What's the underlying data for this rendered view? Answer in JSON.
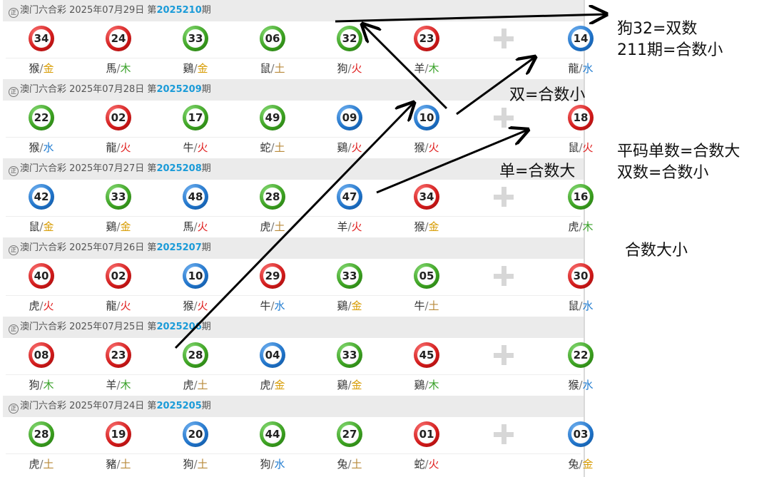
{
  "colors": {
    "header_bg": "#ebebeb",
    "issue_blue": "#1b9bd8",
    "ball_red": "#d01919",
    "ball_green": "#3a9f1f",
    "ball_blue": "#1e72c8",
    "arrow": "#000000"
  },
  "draws": [
    {
      "seal": "正",
      "prefix": "澳门六合彩 2025年07月29日 第",
      "issue": "2025210",
      "suffix": "期",
      "balls": [
        {
          "num": "34",
          "color": "red",
          "zodiac": "猴",
          "element": "金"
        },
        {
          "num": "24",
          "color": "red",
          "zodiac": "馬",
          "element": "木"
        },
        {
          "num": "33",
          "color": "green",
          "zodiac": "鷄",
          "element": "金"
        },
        {
          "num": "06",
          "color": "green",
          "zodiac": "鼠",
          "element": "土"
        },
        {
          "num": "32",
          "color": "green",
          "zodiac": "狗",
          "element": "火"
        },
        {
          "num": "23",
          "color": "red",
          "zodiac": "羊",
          "element": "木"
        },
        {
          "num": "14",
          "color": "blue",
          "zodiac": "龍",
          "element": "水"
        }
      ]
    },
    {
      "seal": "正",
      "prefix": "澳门六合彩 2025年07月28日 第",
      "issue": "2025209",
      "suffix": "期",
      "balls": [
        {
          "num": "22",
          "color": "green",
          "zodiac": "猴",
          "element": "水"
        },
        {
          "num": "02",
          "color": "red",
          "zodiac": "龍",
          "element": "火"
        },
        {
          "num": "17",
          "color": "green",
          "zodiac": "牛",
          "element": "火"
        },
        {
          "num": "49",
          "color": "green",
          "zodiac": "蛇",
          "element": "土"
        },
        {
          "num": "09",
          "color": "blue",
          "zodiac": "鷄",
          "element": "火"
        },
        {
          "num": "10",
          "color": "blue",
          "zodiac": "猴",
          "element": "火"
        },
        {
          "num": "18",
          "color": "red",
          "zodiac": "鼠",
          "element": "火"
        }
      ]
    },
    {
      "seal": "正",
      "prefix": "澳门六合彩 2025年07月27日 第",
      "issue": "2025208",
      "suffix": "期",
      "balls": [
        {
          "num": "42",
          "color": "blue",
          "zodiac": "鼠",
          "element": "金"
        },
        {
          "num": "33",
          "color": "green",
          "zodiac": "鷄",
          "element": "金"
        },
        {
          "num": "48",
          "color": "blue",
          "zodiac": "馬",
          "element": "火"
        },
        {
          "num": "28",
          "color": "green",
          "zodiac": "虎",
          "element": "土"
        },
        {
          "num": "47",
          "color": "blue",
          "zodiac": "羊",
          "element": "火"
        },
        {
          "num": "34",
          "color": "red",
          "zodiac": "猴",
          "element": "金"
        },
        {
          "num": "16",
          "color": "green",
          "zodiac": "虎",
          "element": "木"
        }
      ]
    },
    {
      "seal": "正",
      "prefix": "澳门六合彩 2025年07月26日 第",
      "issue": "2025207",
      "suffix": "期",
      "balls": [
        {
          "num": "40",
          "color": "red",
          "zodiac": "虎",
          "element": "火"
        },
        {
          "num": "02",
          "color": "red",
          "zodiac": "龍",
          "element": "火"
        },
        {
          "num": "10",
          "color": "blue",
          "zodiac": "猴",
          "element": "火"
        },
        {
          "num": "29",
          "color": "red",
          "zodiac": "牛",
          "element": "水"
        },
        {
          "num": "33",
          "color": "green",
          "zodiac": "鷄",
          "element": "金"
        },
        {
          "num": "05",
          "color": "green",
          "zodiac": "牛",
          "element": "土"
        },
        {
          "num": "30",
          "color": "red",
          "zodiac": "鼠",
          "element": "水"
        }
      ]
    },
    {
      "seal": "正",
      "prefix": "澳门六合彩 2025年07月25日 第",
      "issue": "2025206",
      "suffix": "期",
      "balls": [
        {
          "num": "08",
          "color": "red",
          "zodiac": "狗",
          "element": "木"
        },
        {
          "num": "23",
          "color": "red",
          "zodiac": "羊",
          "element": "木"
        },
        {
          "num": "28",
          "color": "green",
          "zodiac": "虎",
          "element": "土"
        },
        {
          "num": "04",
          "color": "blue",
          "zodiac": "虎",
          "element": "金"
        },
        {
          "num": "33",
          "color": "green",
          "zodiac": "鷄",
          "element": "金"
        },
        {
          "num": "45",
          "color": "red",
          "zodiac": "鷄",
          "element": "木"
        },
        {
          "num": "22",
          "color": "green",
          "zodiac": "猴",
          "element": "水"
        }
      ]
    },
    {
      "seal": "正",
      "prefix": "澳门六合彩 2025年07月24日 第",
      "issue": "2025205",
      "suffix": "期",
      "balls": [
        {
          "num": "28",
          "color": "green",
          "zodiac": "虎",
          "element": "土"
        },
        {
          "num": "19",
          "color": "red",
          "zodiac": "豬",
          "element": "土"
        },
        {
          "num": "20",
          "color": "blue",
          "zodiac": "狗",
          "element": "土"
        },
        {
          "num": "44",
          "color": "green",
          "zodiac": "狗",
          "element": "水"
        },
        {
          "num": "27",
          "color": "green",
          "zodiac": "兔",
          "element": "土"
        },
        {
          "num": "01",
          "color": "red",
          "zodiac": "蛇",
          "element": "火"
        },
        {
          "num": "03",
          "color": "blue",
          "zodiac": "兔",
          "element": "金"
        }
      ]
    }
  ],
  "notes": {
    "n1_line1": "狗32=双数",
    "n1_line2": "211期=合数小",
    "n2": "双=合数小",
    "n3": "单=合数大",
    "n4_line1": "平码单数=合数大",
    "n4_line2": "双数=合数小",
    "n5": "合数大小"
  }
}
